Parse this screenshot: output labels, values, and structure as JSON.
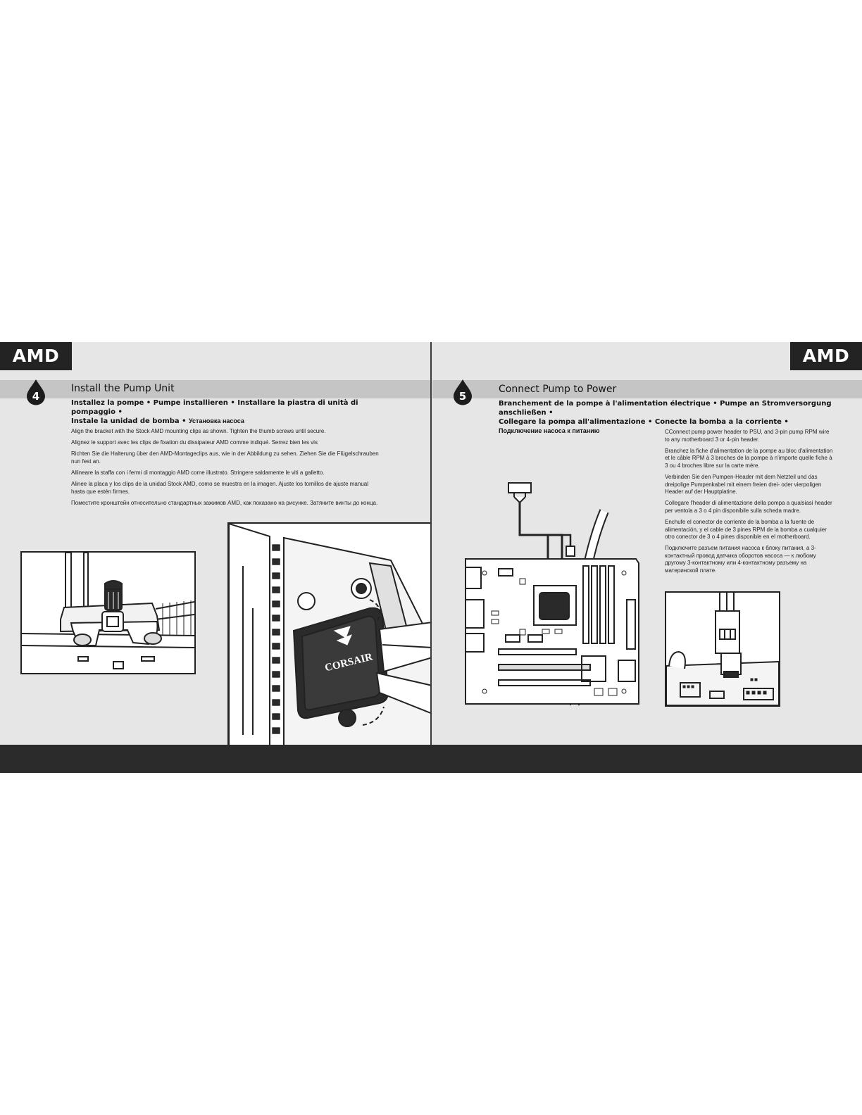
{
  "left_page": {
    "badge": "AMD",
    "step": {
      "number": "4",
      "title": "Install the Pump Unit",
      "subheading_line1": "Installez la pompe • Pumpe installieren • Installare la piastra di unità di pompaggio •",
      "subheading_line2": "Instale la unidad de bomba • ",
      "subheading_ru": "Установка насоса"
    },
    "instructions": [
      "Align the bracket with the Stock AMD mounting clips as shown. Tighten the thumb screws until secure.",
      "Alignez le support avec les clips de fixation du dissipateur AMD comme indiqué. Serrez bien les vis",
      "Richten Sie die Halterung über den AMD-Montageclips aus, wie in der Abbildung zu sehen. Ziehen Sie die Flügelschrauben nun fest an.",
      "Allineare la staffa con i fermi di montaggio AMD come illustrato. Stringere saldamente le viti a galletto.",
      "Alinee la placa y los clips de la unidad Stock AMD, como se muestra en la imagen. Ajuste los tornillos de ajuste manual hasta que estén firmes.",
      "Поместите кронштейн относительно стандартных зажимов AMD, как показано на рисунке. Затяните винты до конца."
    ],
    "pump_logo": "CORSAIR"
  },
  "right_page": {
    "badge": "AMD",
    "step": {
      "number": "5",
      "title": "Connect Pump to Power",
      "subheading_line1": "Branchement de la pompe à l'alimentation électrique • Pumpe an Stromversorgung anschließen •",
      "subheading_line2": "Collegare la pompa all'alimentazione  • Conecte la bomba a la corriente •",
      "subheading_ru": "Подключение насоса к питанию"
    },
    "instructions": [
      "CConnect pump power header to PSU, and 3-pin pump RPM wire to any motherboard 3 or 4-pin header.",
      "Branchez la fiche d'alimentation de la pompe au bloc d'alimentation et le câble RPM à 3 broches de la pompe à n'importe quelle fiche à 3 ou 4 broches libre sur la carte mère.",
      "Verbinden Sie den Pumpen-Header mit dem Netzteil und das dreipolige Pumpenkabel mit einem freien drei- oder vierpoligen Header auf der Hauptplatine.",
      "Collegare l'header di alimentazione della pompa a qualsiasi header per ventola a 3 o 4 pin disponibile sulla scheda madre.",
      "Enchufe el conector de corriente de la bomba a la fuente de alimentación, y el cable de 3 pines RPM de la bomba a cualquier otro conector de 3 o 4 pines disponible en el motherboard.",
      "Подключите разъем питания насоса к блоку питания, а 3-контактный провод датчика оборотов насоса — к любому другому 3-контактному или 4-контактному разъему на материнской плате."
    ]
  },
  "colors": {
    "page_background": "#e6e6e6",
    "step_band": "#c5c5c5",
    "badge": "#232323",
    "footer_bar": "#2b2b2b",
    "line_art": "#222222"
  }
}
